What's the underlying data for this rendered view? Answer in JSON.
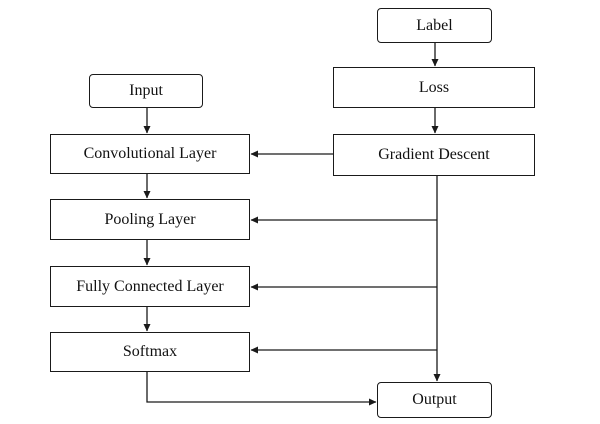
{
  "diagram": {
    "nodes": {
      "label": "Label",
      "loss": "Loss",
      "gradient_descent": "Gradient Descent",
      "input": "Input",
      "conv_layer": "Convolutional Layer",
      "pooling_layer": "Pooling Layer",
      "fc_layer": "Fully Connected Layer",
      "softmax": "Softmax",
      "output": "Output"
    },
    "edges": [
      {
        "from": "label",
        "to": "loss"
      },
      {
        "from": "loss",
        "to": "gradient_descent"
      },
      {
        "from": "input",
        "to": "conv_layer"
      },
      {
        "from": "conv_layer",
        "to": "pooling_layer"
      },
      {
        "from": "pooling_layer",
        "to": "fc_layer"
      },
      {
        "from": "fc_layer",
        "to": "softmax"
      },
      {
        "from": "softmax",
        "to": "output"
      },
      {
        "from": "gradient_descent",
        "to": "conv_layer"
      },
      {
        "from": "gradient_descent",
        "to": "pooling_layer"
      },
      {
        "from": "gradient_descent",
        "to": "fc_layer"
      },
      {
        "from": "gradient_descent",
        "to": "softmax"
      },
      {
        "from": "gradient_descent",
        "to": "output"
      }
    ]
  }
}
